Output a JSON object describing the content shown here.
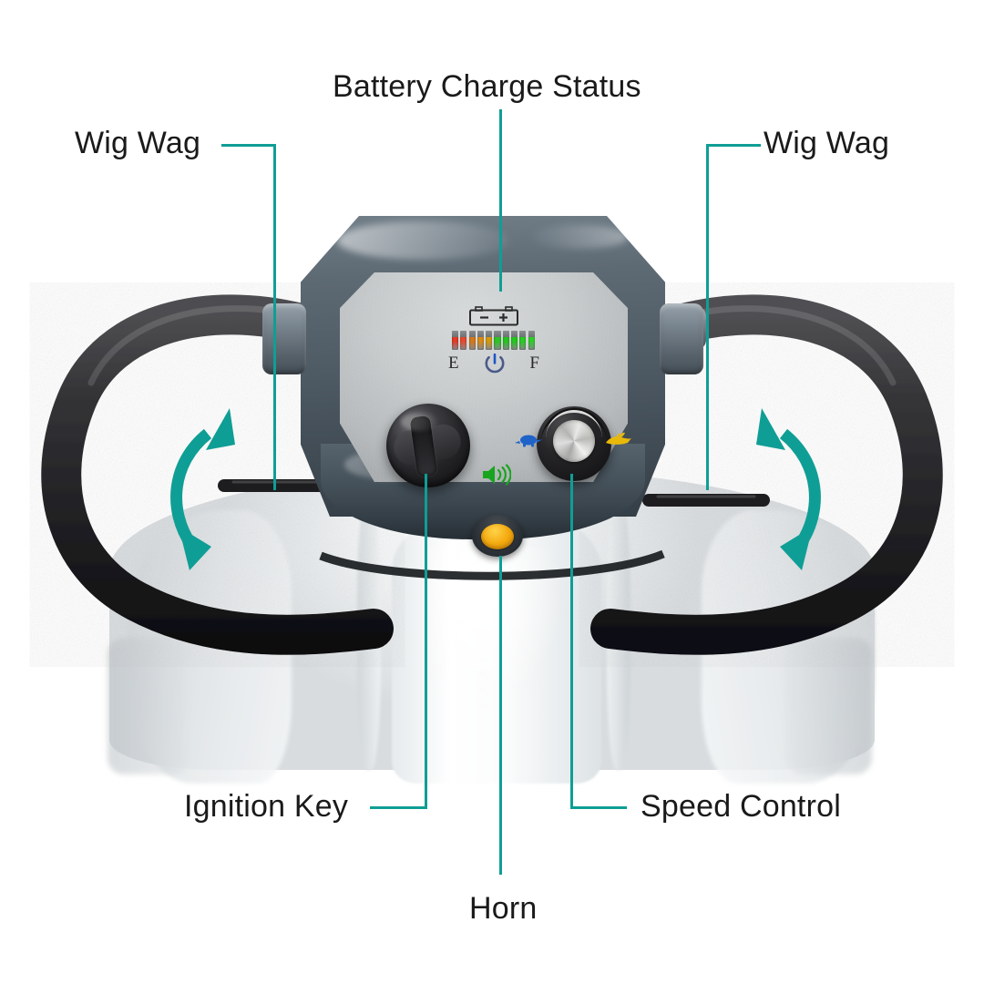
{
  "figure": {
    "subject": "Mobility scooter tiller / control panel annotated diagram",
    "background_color": "#ffffff",
    "accent_color": "#0f9e95",
    "label_color": "#1a1a1a"
  },
  "callouts": [
    {
      "id": "battery",
      "label": "Battery Charge Status",
      "position": "top-center"
    },
    {
      "id": "wigwag-left",
      "label": "Wig Wag",
      "position": "top-left"
    },
    {
      "id": "wigwag-right",
      "label": "Wig Wag",
      "position": "top-right"
    },
    {
      "id": "ignition",
      "label": "Ignition Key",
      "position": "bottom-left"
    },
    {
      "id": "speed",
      "label": "Speed Control",
      "position": "bottom-right"
    },
    {
      "id": "horn",
      "label": "Horn",
      "position": "bottom-center"
    }
  ],
  "panel": {
    "battery_gauge": {
      "empty_label": "E",
      "full_label": "F",
      "battery_icon": "battery-icon",
      "battery_icon_marks": {
        "negative": "–",
        "positive": "+"
      },
      "power_icon": "power-icon",
      "segment_count": 10,
      "segment_colors": [
        "#e23b26",
        "#e6492e",
        "#d4781a",
        "#d98a14",
        "#d19a10",
        "#2fc227",
        "#25c41f",
        "#22c81c",
        "#28cc22",
        "#2ed028"
      ]
    },
    "ignition_key": {
      "icon": "ignition-key-switch",
      "state": "off"
    },
    "speed_control": {
      "icon": "speed-dial",
      "slow_symbol": "tortoise-icon",
      "fast_symbol": "hare-icon",
      "slow_color": "#1f63c8",
      "fast_color": "#e8b90a"
    },
    "horn": {
      "indicator_icon": "horn-speaker-icon",
      "indicator_color": "#17a51e",
      "button_color": "#f5ab10"
    },
    "wig_wag_levers": {
      "motion_icon": "double-curved-arrow-icon",
      "left": "wig-wag-lever-left",
      "right": "wig-wag-lever-right"
    }
  }
}
